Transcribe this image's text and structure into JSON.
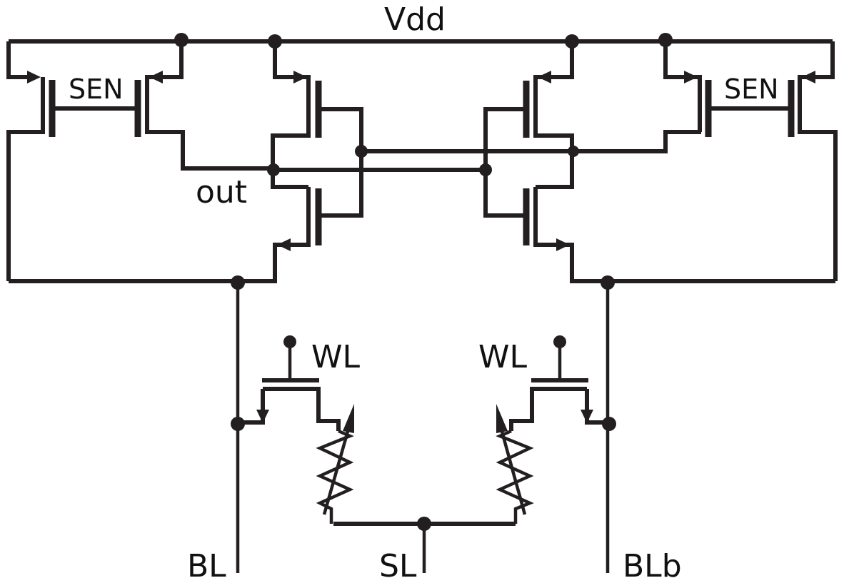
{
  "diagram": {
    "title": "Differential sense amplifier with 1T1R memory cells",
    "labels": {
      "vdd": "Vdd",
      "sen_left": "SEN",
      "sen_right": "SEN",
      "out": "out",
      "wl_left": "WL",
      "wl_right": "WL",
      "bl": "BL",
      "sl": "SL",
      "blb": "BLb"
    },
    "components": [
      {
        "id": "sen-pmos-left-outer",
        "type": "pmos",
        "gate": "SEN"
      },
      {
        "id": "sen-pmos-left-inner",
        "type": "pmos",
        "gate": "SEN"
      },
      {
        "id": "latch-pmos-left",
        "type": "pmos"
      },
      {
        "id": "latch-nmos-left",
        "type": "nmos"
      },
      {
        "id": "latch-pmos-right",
        "type": "pmos"
      },
      {
        "id": "latch-nmos-right",
        "type": "nmos"
      },
      {
        "id": "sen-pmos-right-inner",
        "type": "pmos",
        "gate": "SEN"
      },
      {
        "id": "sen-pmos-right-outer",
        "type": "pmos",
        "gate": "SEN"
      },
      {
        "id": "access-transistor-left",
        "type": "nmos",
        "gate": "WL"
      },
      {
        "id": "access-transistor-right",
        "type": "nmos",
        "gate": "WL"
      },
      {
        "id": "variable-resistor-left",
        "type": "memristor"
      },
      {
        "id": "variable-resistor-right",
        "type": "memristor"
      }
    ],
    "nets": [
      "Vdd",
      "SEN",
      "out",
      "BL",
      "BLb",
      "WL",
      "SL"
    ],
    "colors": {
      "wire": "#231f20",
      "background": "#ffffff"
    }
  }
}
